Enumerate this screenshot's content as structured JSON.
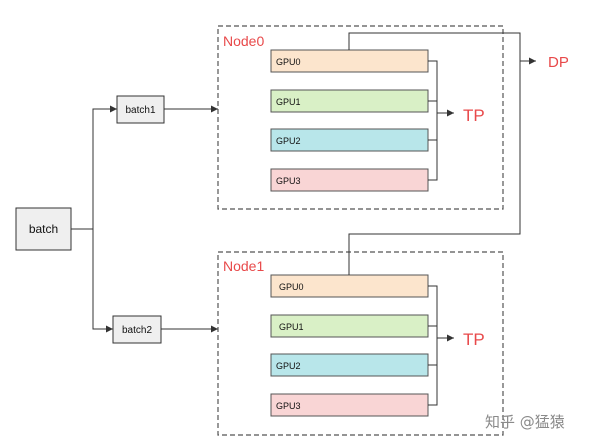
{
  "diagram": {
    "batch_label": "batch",
    "batch1_label": "batch1",
    "batch2_label": "batch2",
    "node0": {
      "label": "Node0",
      "gpus": [
        {
          "label": "GPU0",
          "color": "#fce5cd"
        },
        {
          "label": "GPU1",
          "color": "#d9f0c6"
        },
        {
          "label": "GPU2",
          "color": "#b8e6ea"
        },
        {
          "label": "GPU3",
          "color": "#f9d5d5"
        }
      ],
      "tp_label": "TP"
    },
    "node1": {
      "label": "Node1",
      "gpus": [
        {
          "label": "GPU0",
          "color": "#fce5cd"
        },
        {
          "label": "GPU1",
          "color": "#d9f0c6"
        },
        {
          "label": "GPU2",
          "color": "#b8e6ea"
        },
        {
          "label": "GPU3",
          "color": "#f9d5d5"
        }
      ],
      "tp_label": "TP"
    },
    "dp_label": "DP",
    "watermark": "知乎 @猛猿"
  },
  "colors": {
    "accent_red": "#e8494a",
    "gray_box": "#efefef",
    "line": "#333333"
  }
}
